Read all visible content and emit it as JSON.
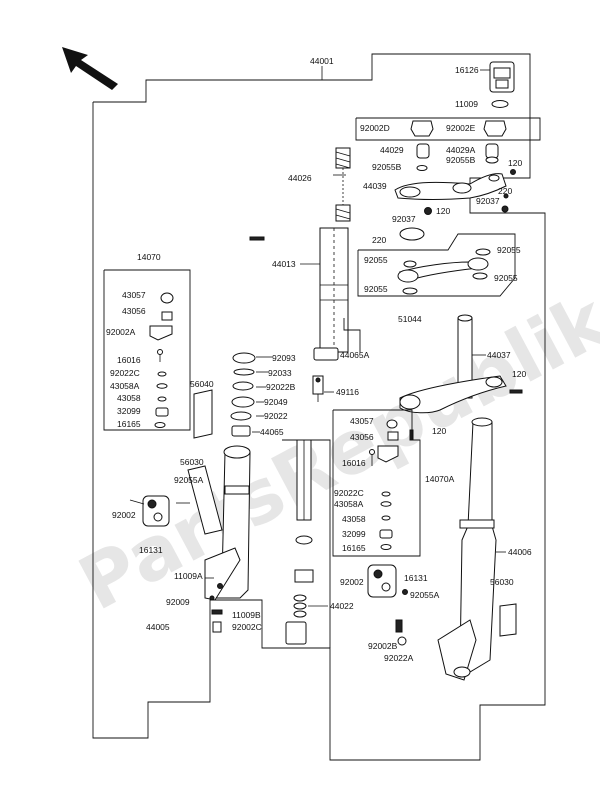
{
  "watermark": "PartsRepublik",
  "labels": {
    "l44001": "44001",
    "l16126": "16126",
    "l11009": "11009",
    "l92002d": "92002D",
    "l92002e": "92002E",
    "l44029": "44029",
    "l44029a": "44029A",
    "l92055b_l": "92055B",
    "l92055b_r": "92055B",
    "l120_a": "120",
    "l44026": "44026",
    "l44039": "44039",
    "l220_a": "220",
    "l92037_r": "92037",
    "l120_b": "120",
    "l92037_l": "92037",
    "l220_b": "220",
    "l92055_a": "92055",
    "l92055_b": "92055",
    "l92055_c": "92055",
    "l92055_d": "92055",
    "l44013": "44013",
    "l51044": "51044",
    "l14070": "14070",
    "l43057_a": "43057",
    "l43056_a": "43056",
    "l92002a_a": "92002A",
    "l16016_a": "16016",
    "l92022c_a": "92022C",
    "l43058a_a": "43058A",
    "l43058_a": "43058",
    "l32099_a": "32099",
    "l16165_a": "16165",
    "l44065a": "44065A",
    "l92093": "92093",
    "l92033": "92033",
    "l92022b": "92022B",
    "l92049": "92049",
    "l92022": "92022",
    "l44065": "44065",
    "l49116": "49116",
    "l44037": "44037",
    "l120_c": "120",
    "l120_d": "120",
    "l56040": "56040",
    "l56030_a": "56030",
    "l92055a_a": "92055A",
    "l92002_a": "92002",
    "l16131_a": "16131",
    "l11009a": "11009A",
    "l92009": "92009",
    "l44005": "44005",
    "l11009b": "11009B",
    "l92002c": "92002C",
    "l43057_b": "43057",
    "l43056_b": "43056",
    "l16016_b": "16016",
    "l14070a": "14070A",
    "l92022c_b": "92022C",
    "l43058a_b": "43058A",
    "l43058_b": "43058",
    "l32099_b": "32099",
    "l16165_b": "16165",
    "l44006": "44006",
    "l44022": "44022",
    "l92002_b": "92002",
    "l16131_b": "16131",
    "l92055a_b": "92055A",
    "l56030_b": "56030",
    "l92002b": "92002B",
    "l92022a": "92022A"
  }
}
